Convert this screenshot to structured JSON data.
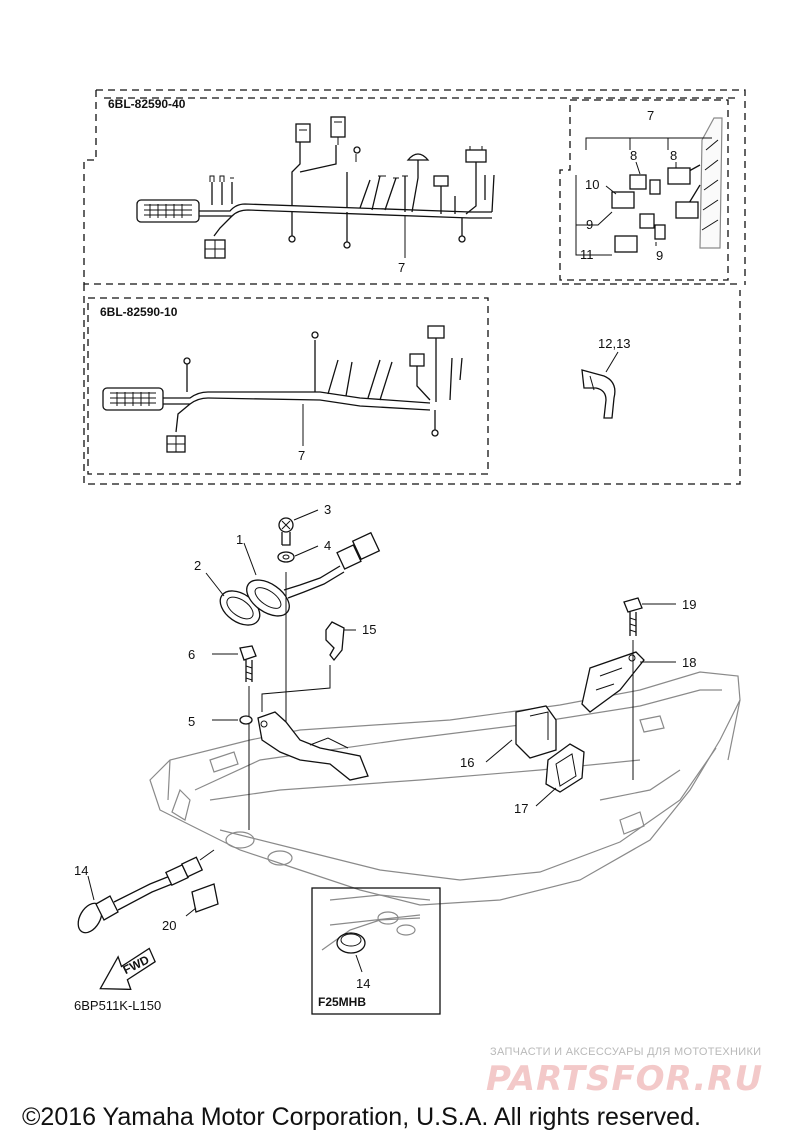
{
  "groups": {
    "harness_a": "6BL-82590-40",
    "harness_b": "6BL-82590-10"
  },
  "callouts": {
    "a_7_top": "7",
    "a_8_left": "8",
    "a_8_right": "8",
    "a_10": "10",
    "a_9_left": "9",
    "a_11": "11",
    "a_9_bottom": "9",
    "a_7_harness": "7",
    "b_12_13": "12,13",
    "b_7_harness": "7",
    "p3": "3",
    "p1": "1",
    "p4": "4",
    "p2": "2",
    "p15": "15",
    "p6": "6",
    "p5": "5",
    "p19": "19",
    "p18": "18",
    "p16": "16",
    "p17": "17",
    "p14": "14",
    "p20": "20",
    "inset_14": "14"
  },
  "fwd_label": "FWD",
  "inset_model": "F25MHB",
  "diagram_code": "6BP511K-L150",
  "watermark_small": "ЗАПЧАСТИ И АКСЕССУАРЫ ДЛЯ МОТОТЕХНИКИ",
  "watermark_large": "PARTSFOR.RU",
  "copyright": "©2016 Yamaha Motor Corporation, U.S.A. All rights reserved."
}
